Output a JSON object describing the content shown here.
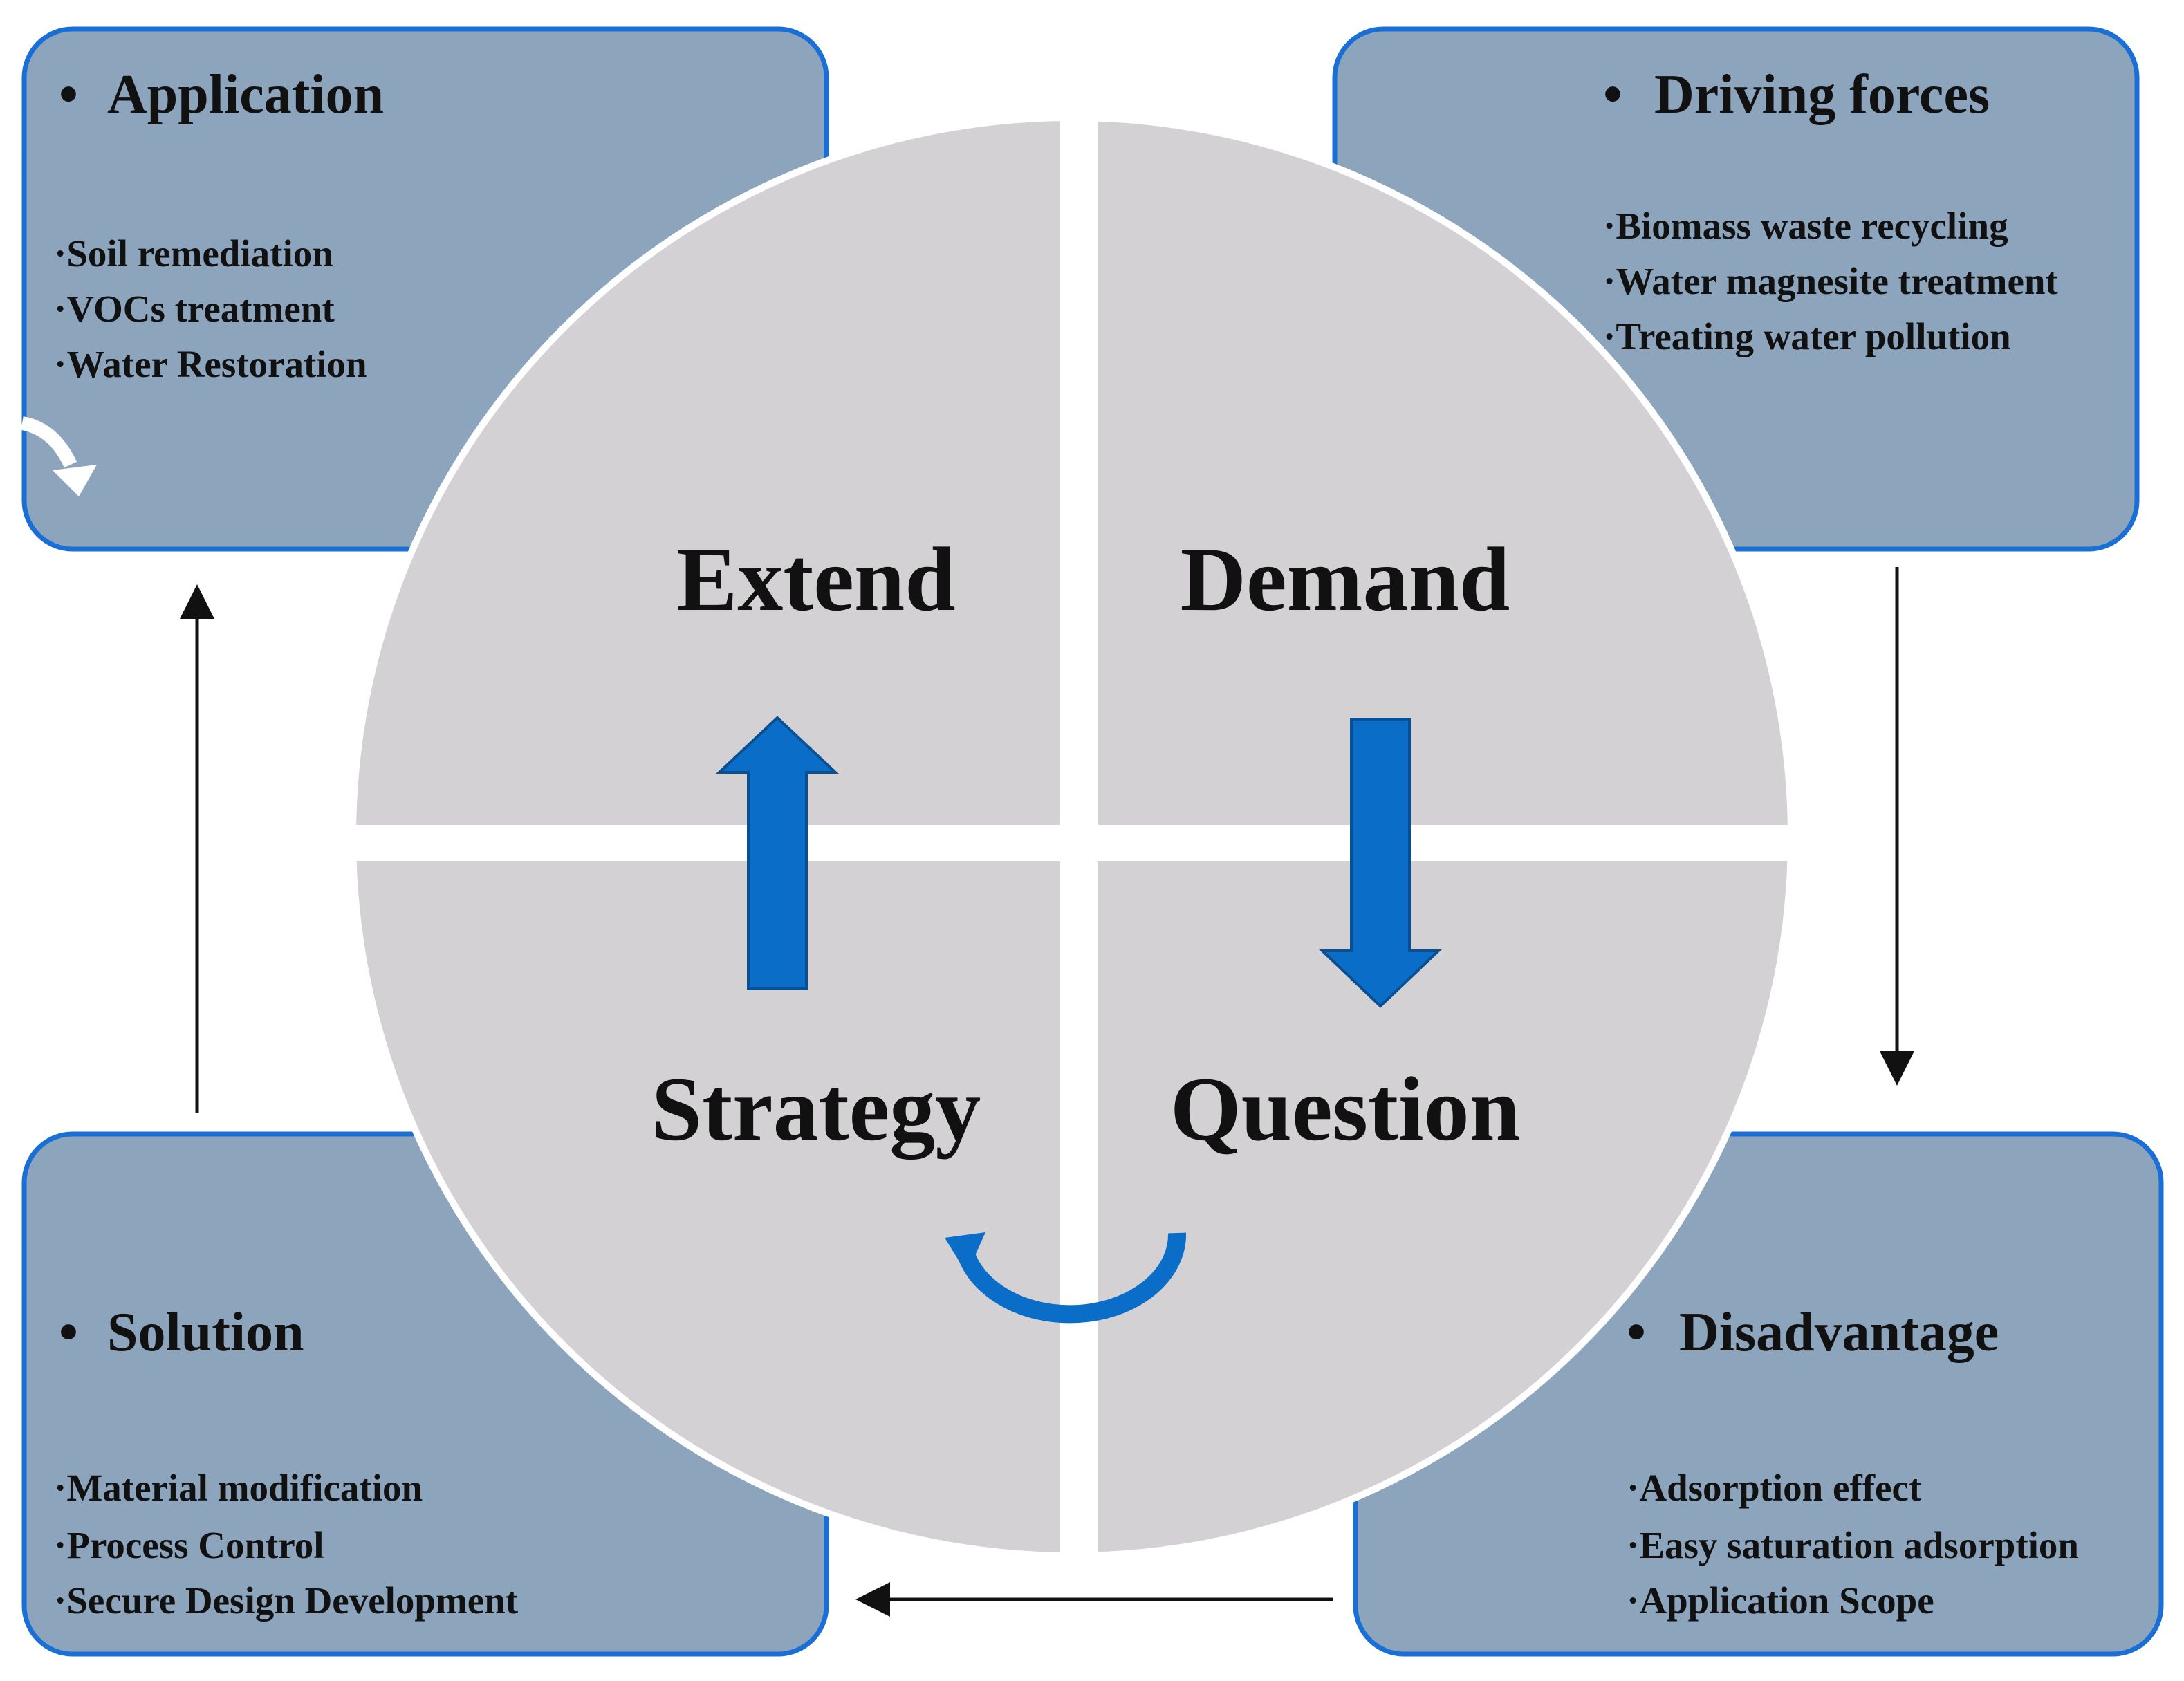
{
  "colors": {
    "box_fill": "#8da4bd",
    "box_border": "#1a6fd6",
    "circle_fill": "#d3d1d3",
    "arrow_blue": "#0a6ec8",
    "connector": "#111111"
  },
  "boxes": {
    "application": {
      "title": "Application",
      "items": [
        "Soil remediation",
        "VOCs treatment",
        "Water Restoration"
      ]
    },
    "driving_forces": {
      "title": "Driving forces",
      "items": [
        "Biomass waste recycling",
        "Water magnesite treatment",
        "Treating water pollution"
      ]
    },
    "solution": {
      "title": "Solution",
      "items": [
        "Material modification",
        "Process Control",
        "Secure Design Development"
      ]
    },
    "disadvantage": {
      "title": "Disadvantage",
      "items": [
        "Adsorption effect",
        "Easy saturation adsorption",
        "Application Scope"
      ]
    }
  },
  "quadrants": {
    "extend": "Extend",
    "demand": "Demand",
    "strategy": "Strategy",
    "question": "Question"
  },
  "icons": {
    "up_arrow": "arrow-up-icon",
    "down_arrow": "arrow-down-icon",
    "cycle_arrow": "curved-arrow-icon",
    "corner_arrow": "curved-arrow-icon"
  }
}
